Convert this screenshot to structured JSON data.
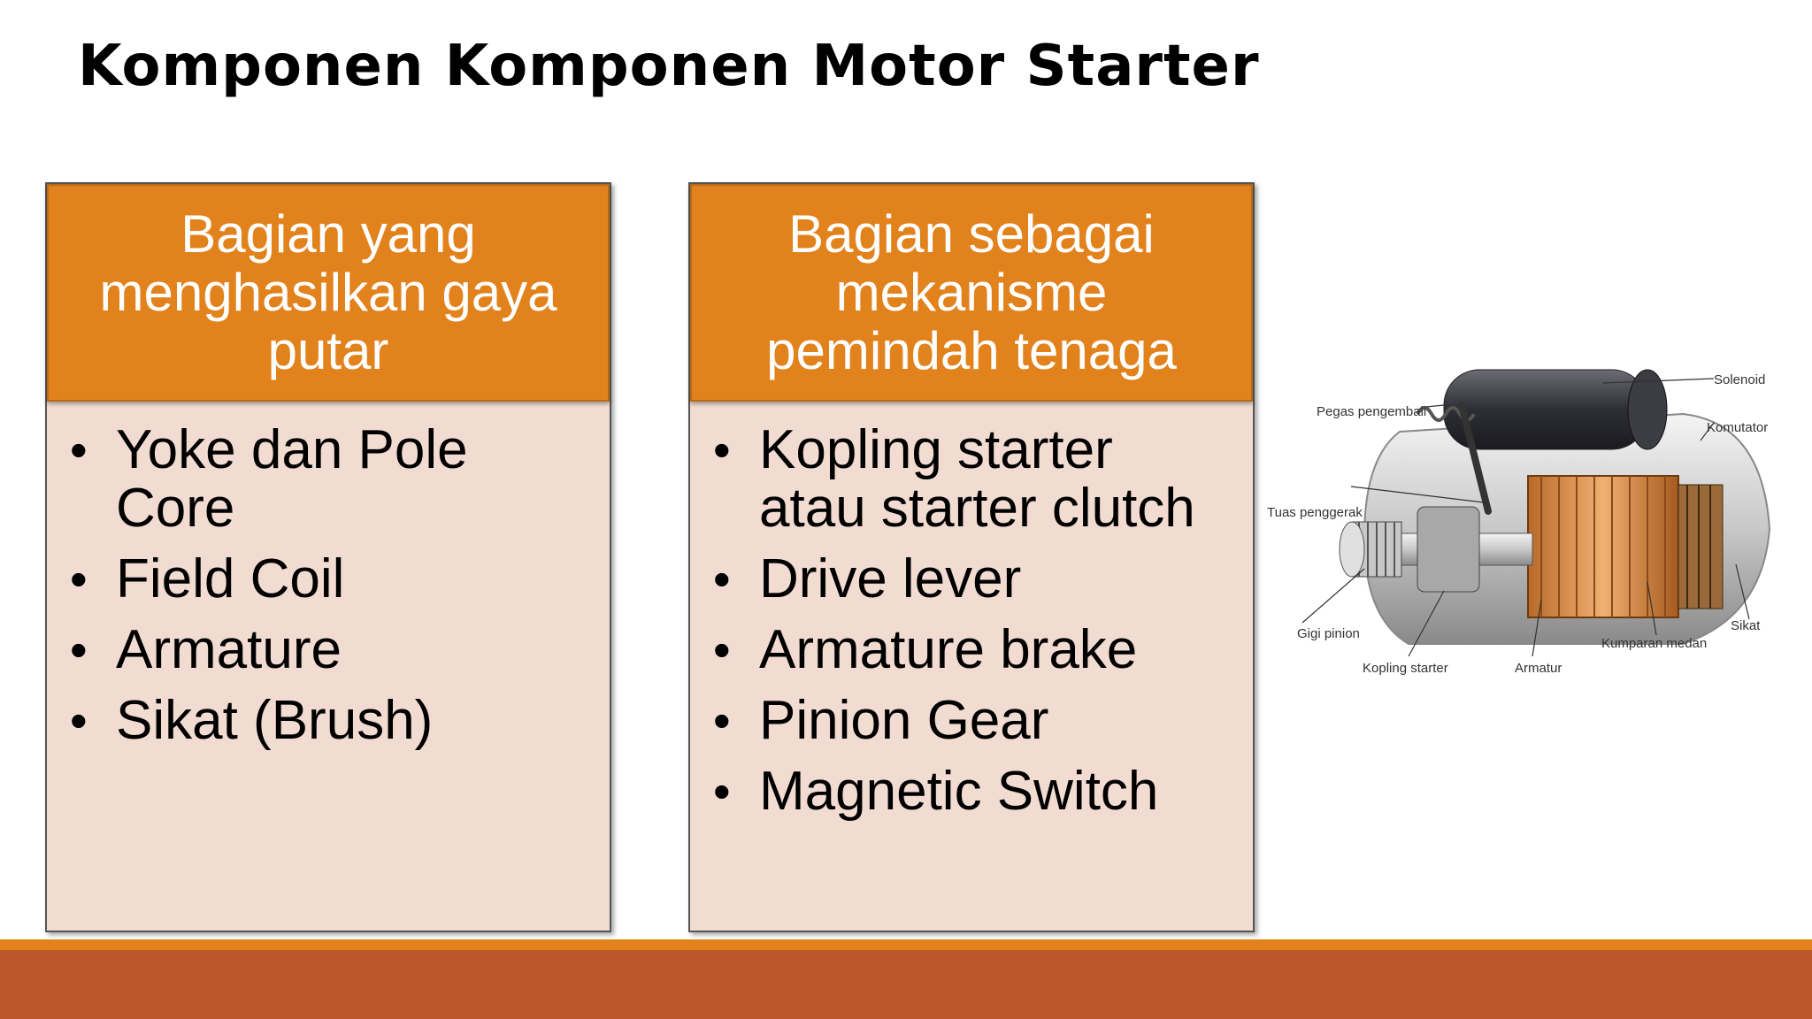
{
  "title": "Komponen Komponen Motor Starter",
  "left_box": {
    "header_lines": [
      "Bagian yang",
      "menghasilkan gaya",
      "putar"
    ],
    "items": [
      [
        "Yoke dan Pole",
        "Core"
      ],
      [
        "Field Coil"
      ],
      [
        "Armature"
      ],
      [
        "Sikat (Brush)"
      ]
    ]
  },
  "right_box": {
    "header_lines": [
      "Bagian sebagai",
      "mekanisme",
      "pemindah tenaga"
    ],
    "items": [
      [
        "Kopling starter",
        "atau starter clutch"
      ],
      [
        "Drive lever"
      ],
      [
        "Armature brake"
      ],
      [
        "Pinion Gear"
      ],
      [
        "Magnetic Switch"
      ]
    ]
  },
  "diagram_labels": {
    "solenoid": "Solenoid",
    "pegas": "Pegas pengembali",
    "komutator": "Komutator",
    "tuas": "Tuas penggerak",
    "sikat": "Sikat",
    "gigi": "Gigi pinion",
    "kumparan": "Kumparan medan",
    "kopling": "Kopling starter",
    "armatur": "Armatur"
  },
  "colors": {
    "header_orange": "#e2821d",
    "box_fill": "#f2dcd2",
    "footer_rust": "#b9572b"
  }
}
